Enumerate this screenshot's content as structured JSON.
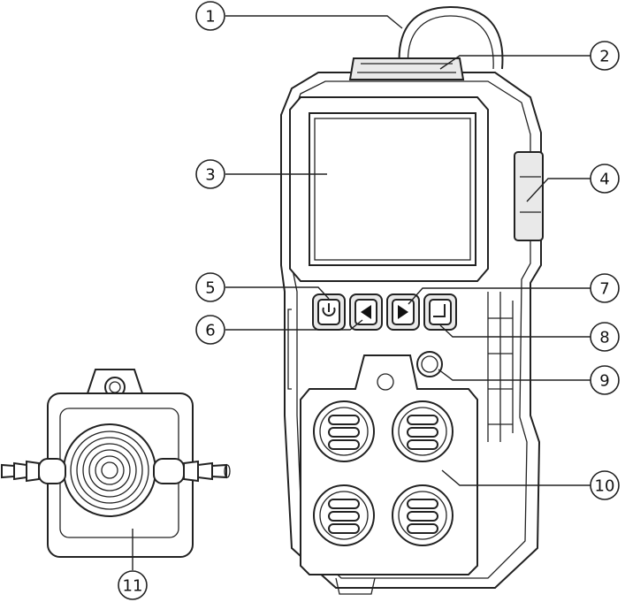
{
  "callouts": [
    {
      "id": "1",
      "label": "1"
    },
    {
      "id": "2",
      "label": "2"
    },
    {
      "id": "3",
      "label": "3"
    },
    {
      "id": "4",
      "label": "4"
    },
    {
      "id": "5",
      "label": "5"
    },
    {
      "id": "6",
      "label": "6"
    },
    {
      "id": "7",
      "label": "7"
    },
    {
      "id": "8",
      "label": "8"
    },
    {
      "id": "9",
      "label": "9"
    },
    {
      "id": "10",
      "label": "10"
    },
    {
      "id": "11",
      "label": "11"
    }
  ],
  "icons": {
    "power": "power-icon",
    "left": "left-arrow-icon",
    "right": "right-arrow-icon",
    "enter": "enter-icon"
  },
  "colors": {
    "stroke": "#222222",
    "panel": "#e9e9e9",
    "background": "#ffffff"
  }
}
